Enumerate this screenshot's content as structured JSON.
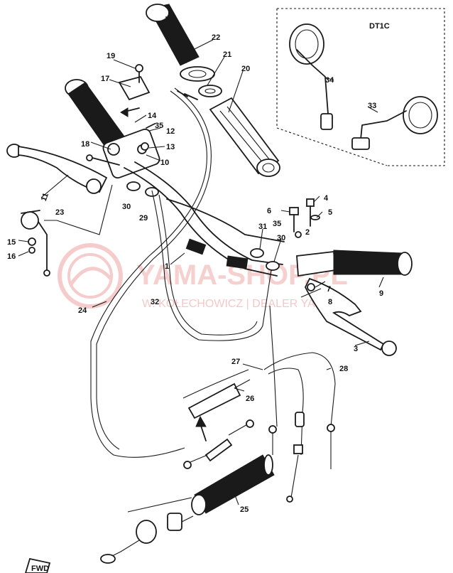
{
  "inset": {
    "label": "DT1C"
  },
  "watermark": {
    "brand": "YAMA-SHOP.PL",
    "tagline": "W. KOŁECHOWICZ | DEALER YAMAHA"
  },
  "fwd_label": "FWD",
  "callouts": {
    "c1": "1",
    "c2": "2",
    "c3": "3",
    "c4": "4",
    "c5": "5",
    "c6": "6",
    "c7": "7",
    "c8": "8",
    "c9": "9",
    "c10": "10",
    "c11": "11",
    "c12": "12",
    "c13": "13",
    "c14": "14",
    "c15": "15",
    "c16": "16",
    "c17": "17",
    "c18": "18",
    "c19": "19",
    "c20": "20",
    "c21": "21",
    "c22": "22",
    "c23": "23",
    "c24": "24",
    "c25": "25",
    "c26": "26",
    "c27": "27",
    "c28": "28",
    "c29": "29",
    "c30a": "30",
    "c30b": "30",
    "c31": "31",
    "c32": "32",
    "c33": "33",
    "c34": "34",
    "c35a": "35",
    "c35b": "35"
  },
  "colors": {
    "line": "#1a1a1a",
    "watermark": "#e05555"
  }
}
